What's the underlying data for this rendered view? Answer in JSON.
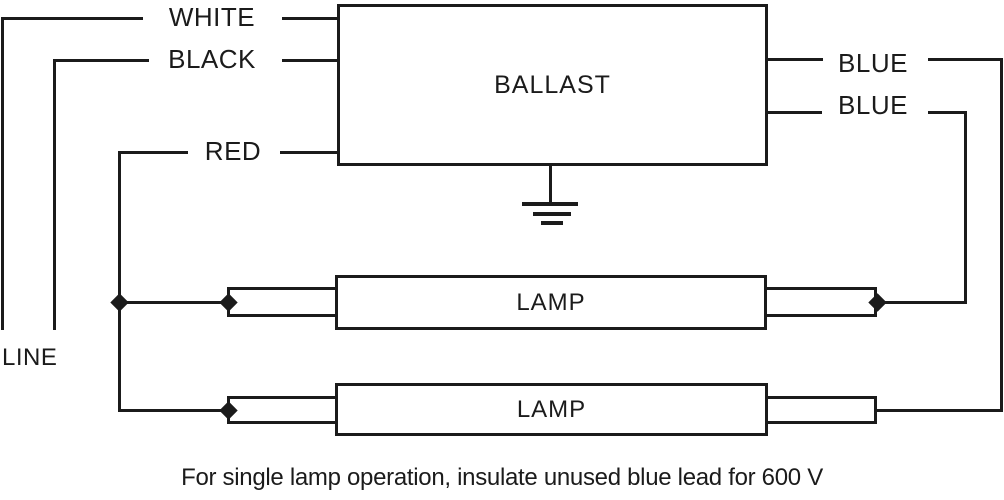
{
  "diagram": {
    "labels": {
      "white": "WHITE",
      "black": "BLACK",
      "red": "RED",
      "blue_upper": "BLUE",
      "blue_lower": "BLUE",
      "line": "LINE"
    },
    "components": {
      "ballast": {
        "label": "BALLAST"
      },
      "lamp_top": {
        "label": "LAMP"
      },
      "lamp_bottom": {
        "label": "LAMP"
      }
    },
    "caption": "For single lamp operation, insulate unused blue lead for 600 V",
    "colors": {
      "ink": "#1b1b1b",
      "background": "#ffffff"
    }
  }
}
